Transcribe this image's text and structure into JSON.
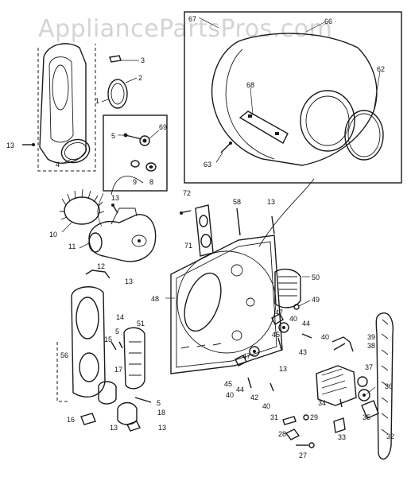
{
  "watermark": "AppliancePartsPros.com",
  "callouts": [
    {
      "id": "c67",
      "text": "67"
    },
    {
      "id": "c66",
      "text": "66"
    },
    {
      "id": "c62",
      "text": "62"
    },
    {
      "id": "c68",
      "text": "68"
    },
    {
      "id": "c63",
      "text": "63"
    },
    {
      "id": "c3",
      "text": "3"
    },
    {
      "id": "c2",
      "text": "2"
    },
    {
      "id": "c1",
      "text": "1"
    },
    {
      "id": "c13a",
      "text": "13"
    },
    {
      "id": "c4",
      "text": "4"
    },
    {
      "id": "c5a",
      "text": "5"
    },
    {
      "id": "c69",
      "text": "69"
    },
    {
      "id": "c9",
      "text": "9"
    },
    {
      "id": "c8",
      "text": "8"
    },
    {
      "id": "c13b",
      "text": "13"
    },
    {
      "id": "c10",
      "text": "10"
    },
    {
      "id": "c11",
      "text": "11"
    },
    {
      "id": "c72",
      "text": "72"
    },
    {
      "id": "c71",
      "text": "71"
    },
    {
      "id": "c58",
      "text": "58"
    },
    {
      "id": "c13c",
      "text": "13"
    },
    {
      "id": "c12",
      "text": "12"
    },
    {
      "id": "c13d",
      "text": "13"
    },
    {
      "id": "c48",
      "text": "48"
    },
    {
      "id": "c50",
      "text": "50"
    },
    {
      "id": "c47a",
      "text": "47"
    },
    {
      "id": "c49",
      "text": "49"
    },
    {
      "id": "c40a",
      "text": "40"
    },
    {
      "id": "c45a",
      "text": "45"
    },
    {
      "id": "c44a",
      "text": "44"
    },
    {
      "id": "c43",
      "text": "43"
    },
    {
      "id": "c40b",
      "text": "40"
    },
    {
      "id": "c39",
      "text": "39"
    },
    {
      "id": "c38",
      "text": "38"
    },
    {
      "id": "c14",
      "text": "14"
    },
    {
      "id": "c51",
      "text": "51"
    },
    {
      "id": "c15",
      "text": "15"
    },
    {
      "id": "c5b",
      "text": "5"
    },
    {
      "id": "c56",
      "text": "56"
    },
    {
      "id": "c17",
      "text": "17"
    },
    {
      "id": "c47b",
      "text": "47"
    },
    {
      "id": "c13e",
      "text": "13"
    },
    {
      "id": "c45b",
      "text": "45"
    },
    {
      "id": "c44b",
      "text": "44"
    },
    {
      "id": "c40c",
      "text": "40"
    },
    {
      "id": "c42",
      "text": "42"
    },
    {
      "id": "c37",
      "text": "37"
    },
    {
      "id": "c36",
      "text": "36"
    },
    {
      "id": "c5c",
      "text": "5"
    },
    {
      "id": "c18",
      "text": "18"
    },
    {
      "id": "c34",
      "text": "34"
    },
    {
      "id": "c40d",
      "text": "40"
    },
    {
      "id": "c16",
      "text": "16"
    },
    {
      "id": "c13f",
      "text": "13"
    },
    {
      "id": "c13g",
      "text": "13"
    },
    {
      "id": "c31",
      "text": "31"
    },
    {
      "id": "c29",
      "text": "29"
    },
    {
      "id": "c35",
      "text": "35"
    },
    {
      "id": "c28",
      "text": "28"
    },
    {
      "id": "c33",
      "text": "33"
    },
    {
      "id": "c32",
      "text": "32"
    },
    {
      "id": "c27",
      "text": "27"
    }
  ]
}
